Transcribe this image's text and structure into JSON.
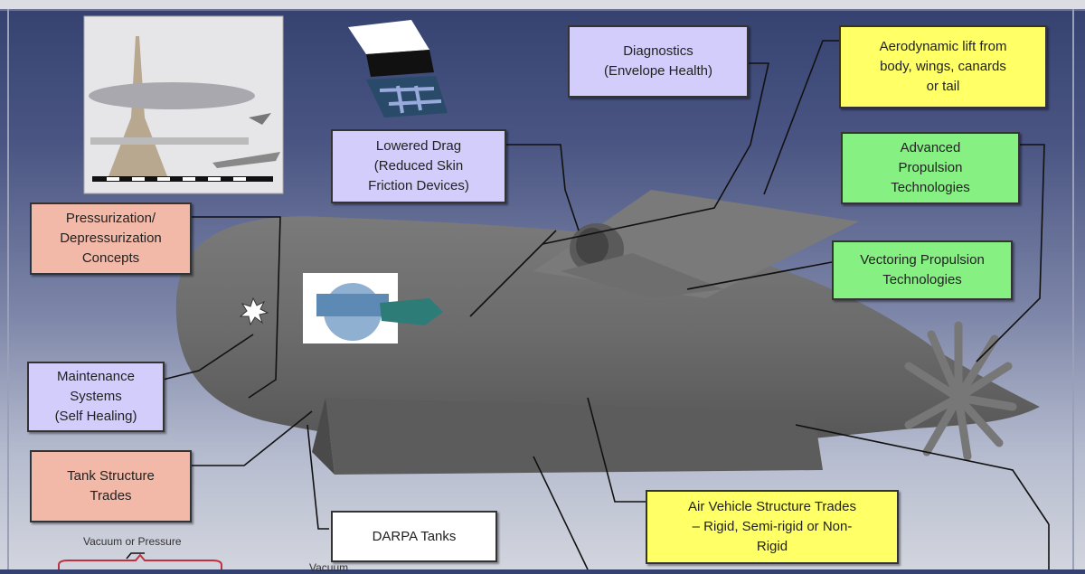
{
  "labels": {
    "diagnostics": "Diagnostics\n(Envelope Health)",
    "aerodynamic": "Aerodynamic lift from\nbody, wings, canards\nor tail",
    "lowered_drag": "Lowered Drag\n(Reduced Skin\nFriction Devices)",
    "advanced_propulsion": "Advanced\nPropulsion\nTechnologies",
    "pressurization": "Pressurization/\nDepressurization\nConcepts",
    "vectoring": "Vectoring Propulsion\nTechnologies",
    "maintenance": "Maintenance\nSystems\n(Self Healing)",
    "tank_structure": "Tank Structure\nTrades",
    "darpa_tanks": "DARPA Tanks",
    "air_vehicle": "Air Vehicle Structure Trades\n– Rigid, Semi-rigid or Non-\nRigid",
    "vacuum_or_pressure": "Vacuum or Pressure",
    "vacuum": "Vacuum"
  },
  "colors": {
    "technology_box": "#d2cdfa",
    "aerodynamic_box": "#ffff66",
    "propulsion_box": "#86f083",
    "structure_box": "#f2b9a8",
    "airship_body": "#6a6a6a"
  }
}
